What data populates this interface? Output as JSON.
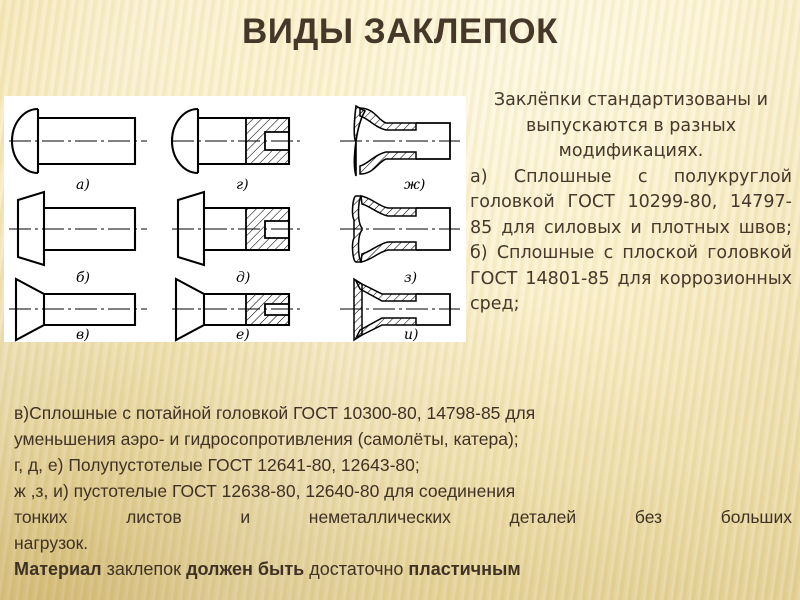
{
  "slide": {
    "title": "ВИДЫ ЗАКЛЕПОК",
    "title_color": "#453828",
    "background_color": "#f3e5b3",
    "text_color": "#46382a"
  },
  "figure": {
    "name": "rivet-types-diagram",
    "background": "#ffffff",
    "line_color": "#000000",
    "rivets": [
      {
        "label": "а)",
        "row": 1,
        "col": 1,
        "head": "round",
        "body": "solid"
      },
      {
        "label": "г)",
        "row": 1,
        "col": 2,
        "head": "round",
        "body": "semi-hollow-sectioned"
      },
      {
        "label": "ж)",
        "row": 1,
        "col": 3,
        "head": "round-thin",
        "body": "hollow-tubular"
      },
      {
        "label": "б)",
        "row": 2,
        "col": 1,
        "head": "flat",
        "body": "solid"
      },
      {
        "label": "д)",
        "row": 2,
        "col": 2,
        "head": "flat",
        "body": "semi-hollow-sectioned"
      },
      {
        "label": "з)",
        "row": 2,
        "col": 3,
        "head": "flat-thin",
        "body": "hollow-tubular"
      },
      {
        "label": "в)",
        "row": 3,
        "col": 1,
        "head": "countersunk",
        "body": "solid"
      },
      {
        "label": "е)",
        "row": 3,
        "col": 2,
        "head": "countersunk",
        "body": "semi-hollow-sectioned"
      },
      {
        "label": "и)",
        "row": 3,
        "col": 3,
        "head": "countersunk-thin",
        "body": "hollow-tubular"
      }
    ]
  },
  "right_text": {
    "intro": "Заклёпки стандартизованы и выпускаются в разных модификациях.",
    "item_a": "а) Сплошные с полукруглой головкой ГОСТ 10299-80, 14797-85 для силовых и плотных швов;",
    "item_b": "б) Сплошные с плоской головкой ГОСТ 14801-85 для коррозионных сред;"
  },
  "bottom_text": {
    "item_v_line1": "в)Сплошные с потайной головкой ГОСТ 10300-80, 14798-85 для",
    "item_v_line2": "уменьшения аэро- и гидросопротивления (самолёты, катера);",
    "item_gde": "г, д, е) Полупустотелые ГОСТ 12641-80, 12643-80;",
    "item_zji_line1": " ж ,з, и) пустотелые ГОСТ 12638-80, 12640-80 для соединения",
    "item_zji_line2": "тонких листов и неметаллических деталей без больших",
    "item_zji_line3": "нагрузок.",
    "final_1": "Материал",
    "final_2": " заклепок ",
    "final_3": "должен быть",
    "final_4": " достаточно ",
    "final_5": "пластичным"
  }
}
